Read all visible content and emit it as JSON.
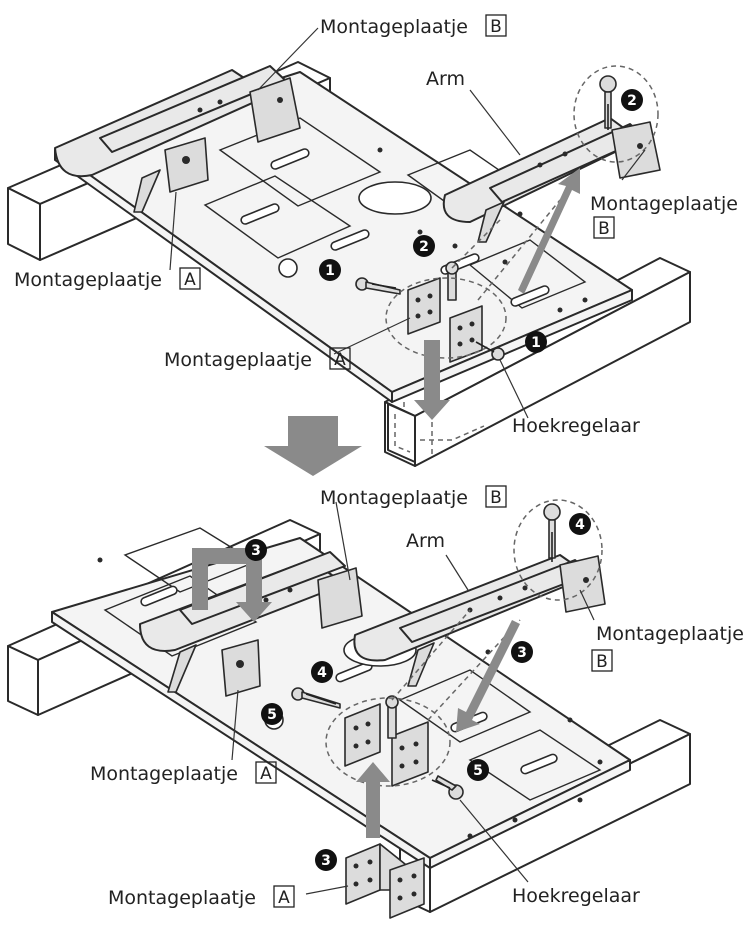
{
  "labels": {
    "top_plate_b_left": "Montageplaatje",
    "top_plate_b_left_box": "B",
    "top_arm": "Arm",
    "top_plate_b_right": "Montageplaatje",
    "top_plate_b_right_box": "B",
    "top_plate_a_left": "Montageplaatje",
    "top_plate_a_left_box": "A",
    "top_plate_a_center": "Montageplaatje",
    "top_plate_a_center_box": "A",
    "top_angle_adjuster": "Hoekregelaar",
    "bottom_plate_b_top": "Montageplaatje",
    "bottom_plate_b_top_box": "B",
    "bottom_arm": "Arm",
    "bottom_plate_b_right": "Montageplaatje",
    "bottom_plate_b_right_box": "B",
    "bottom_plate_a_left": "Montageplaatje",
    "bottom_plate_a_left_box": "A",
    "bottom_plate_a_bottom": "Montageplaatje",
    "bottom_plate_a_bottom_box": "A",
    "bottom_angle_adjuster": "Hoekregelaar"
  },
  "steps": {
    "top": [
      "1",
      "2",
      "1",
      "2"
    ],
    "bottom": [
      "3",
      "4",
      "3",
      "4",
      "5",
      "5",
      "3"
    ]
  },
  "colors": {
    "line": "#2a2a2a",
    "step_badge": "#111111",
    "arrow_fill": "#8a8a8a"
  }
}
